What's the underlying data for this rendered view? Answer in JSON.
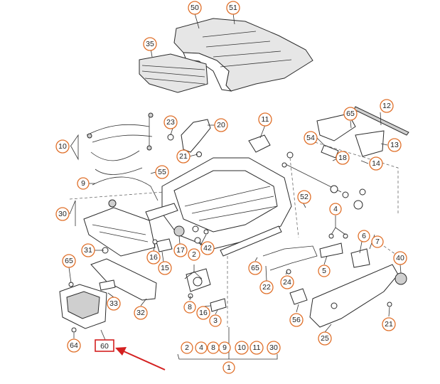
{
  "diagram": {
    "callouts": [
      {
        "label": "50"
      },
      {
        "label": "51"
      },
      {
        "label": "35"
      },
      {
        "label": "23"
      },
      {
        "label": "20"
      },
      {
        "label": "21"
      },
      {
        "label": "11"
      },
      {
        "label": "65"
      },
      {
        "label": "12"
      },
      {
        "label": "54"
      },
      {
        "label": "13"
      },
      {
        "label": "18"
      },
      {
        "label": "14"
      },
      {
        "label": "10"
      },
      {
        "label": "9"
      },
      {
        "label": "55"
      },
      {
        "label": "52"
      },
      {
        "label": "30"
      },
      {
        "label": "4"
      },
      {
        "label": "31"
      },
      {
        "label": "16"
      },
      {
        "label": "17"
      },
      {
        "label": "42"
      },
      {
        "label": "15"
      },
      {
        "label": "6"
      },
      {
        "label": "7"
      },
      {
        "label": "65"
      },
      {
        "label": "2"
      },
      {
        "label": "65"
      },
      {
        "label": "5"
      },
      {
        "label": "40"
      },
      {
        "label": "22"
      },
      {
        "label": "24"
      },
      {
        "label": "8"
      },
      {
        "label": "16"
      },
      {
        "label": "33"
      },
      {
        "label": "32"
      },
      {
        "label": "3"
      },
      {
        "label": "56"
      },
      {
        "label": "21"
      },
      {
        "label": "25"
      },
      {
        "label": "64"
      },
      {
        "label": "2"
      },
      {
        "label": "4"
      },
      {
        "label": "8"
      },
      {
        "label": "9"
      },
      {
        "label": "10"
      },
      {
        "label": "11"
      },
      {
        "label": "30"
      },
      {
        "label": "1"
      }
    ],
    "highlight_label": "60",
    "highlight_color": "#d42020",
    "callout_color": "#e0702a"
  }
}
